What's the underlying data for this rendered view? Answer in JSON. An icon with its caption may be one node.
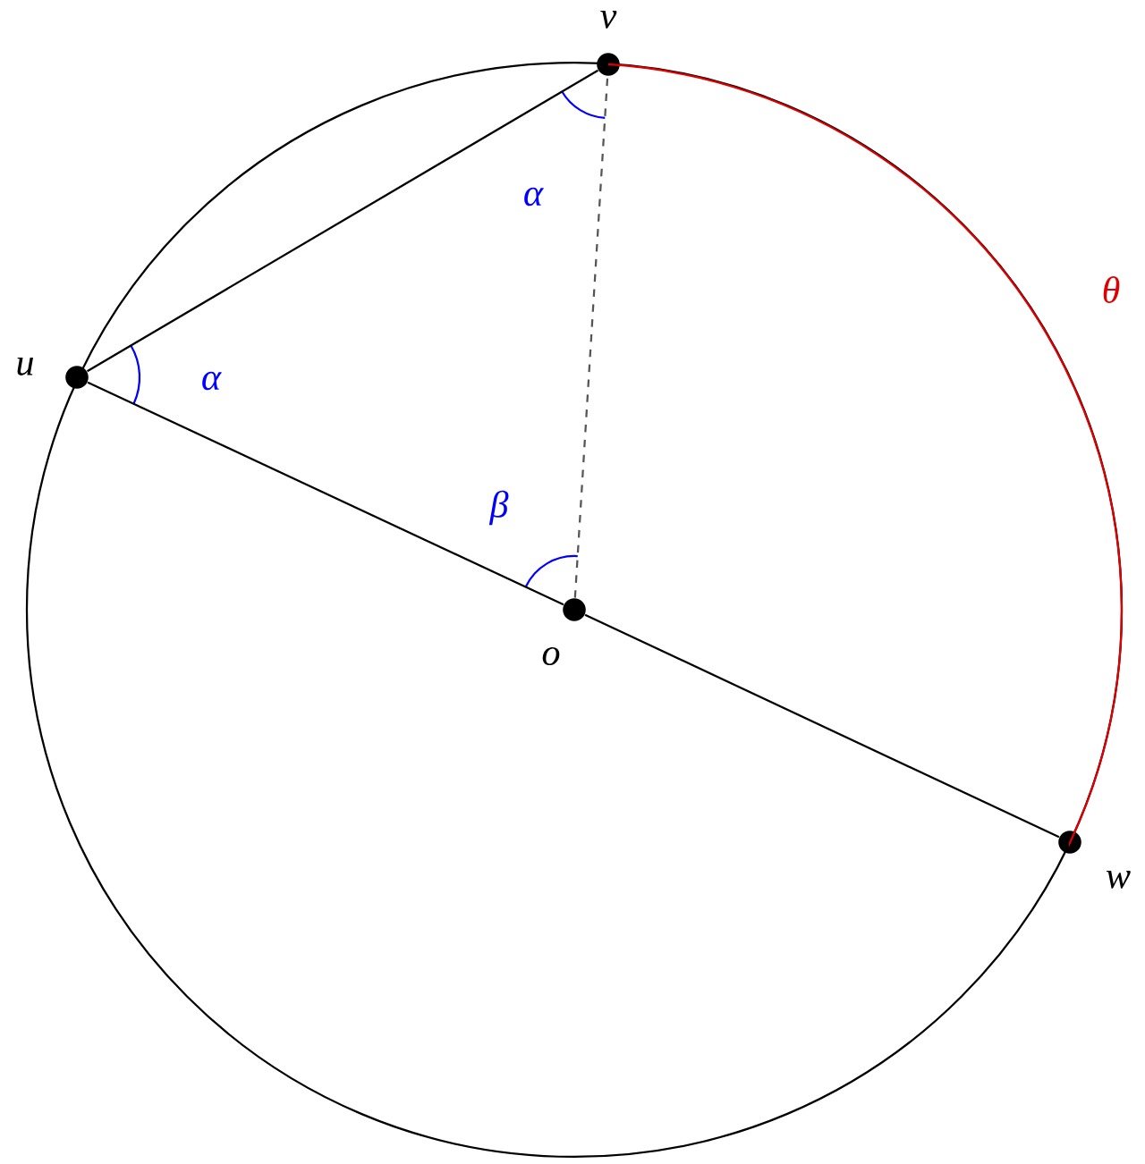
{
  "diagram": {
    "nodes": [
      {
        "text": [],
        "shape": "circle",
        "beside": [
          "u"
        ]
      },
      {
        "text": [],
        "shape": "circle",
        "beside": [
          "v"
        ]
      },
      {
        "text": [],
        "shape": "circle",
        "beside": [
          "w"
        ]
      },
      {
        "text": [],
        "shape": "circle",
        "beside": [
          "o"
        ]
      }
    ],
    "edges": [
      {
        "from": 0,
        "to": 1,
        "arrow": "none"
      },
      {
        "from": 0,
        "to": 3,
        "arrow": "none"
      },
      {
        "from": 3,
        "to": 2,
        "arrow": "none"
      },
      {
        "from": 3,
        "to": 1,
        "arrow": "none",
        "style": "dashed",
        "color": "#555555"
      },
      {
        "from": 1,
        "to": 2,
        "arrow": "none",
        "color": "#e00000",
        "label": "θ"
      }
    ],
    "labels": [
      "α",
      "α",
      "β"
    ]
  }
}
